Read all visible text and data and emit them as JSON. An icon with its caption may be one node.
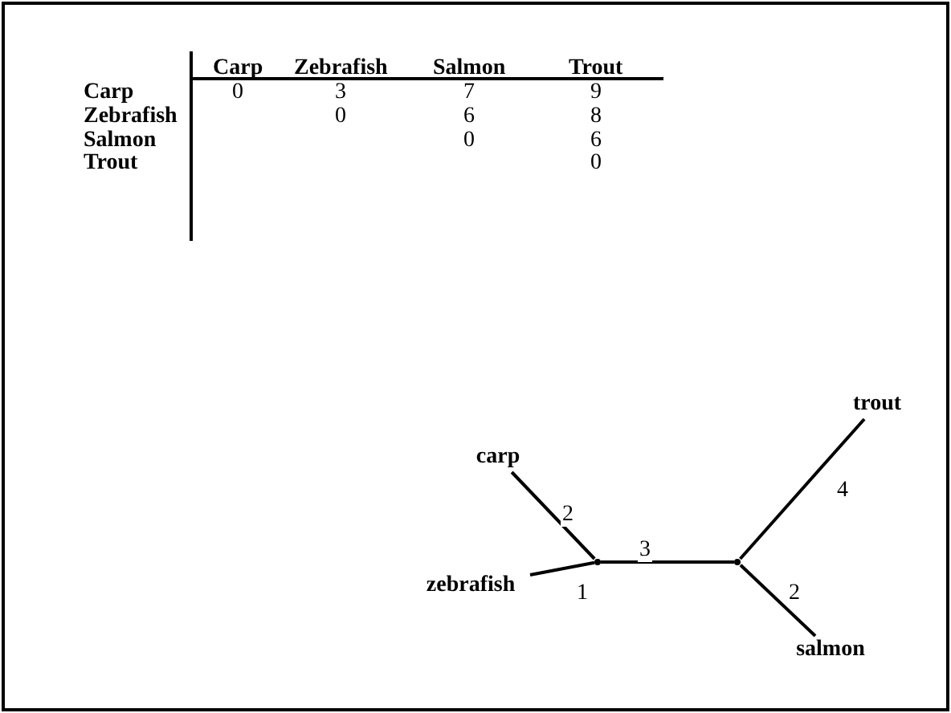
{
  "diagram": {
    "nodes": [
      {
        "text": [
          "carp"
        ]
      },
      {
        "text": [
          "zebrafish"
        ]
      },
      {
        "text": [
          "trout"
        ]
      },
      {
        "text": [
          "salmon"
        ]
      },
      {
        "text": [],
        "shape": "point"
      },
      {
        "text": [],
        "shape": "point"
      }
    ],
    "edges": [
      {
        "from": 4,
        "to": 0,
        "arrow": "none",
        "label": "2"
      },
      {
        "from": 4,
        "to": 1,
        "arrow": "none",
        "label": "1"
      },
      {
        "from": 4,
        "to": 5,
        "arrow": "none",
        "label": "3"
      },
      {
        "from": 5,
        "to": 2,
        "arrow": "none",
        "label": "4"
      },
      {
        "from": 5,
        "to": 3,
        "arrow": "none",
        "label": "2"
      }
    ],
    "labels": [
      "Carp",
      "Zebrafish",
      "Salmon",
      "Trout",
      "Carp",
      "0",
      "3",
      "7",
      "9",
      "Zebrafish",
      "0",
      "6",
      "8",
      "Salmon",
      "0",
      "6",
      "Trout",
      "0"
    ]
  }
}
